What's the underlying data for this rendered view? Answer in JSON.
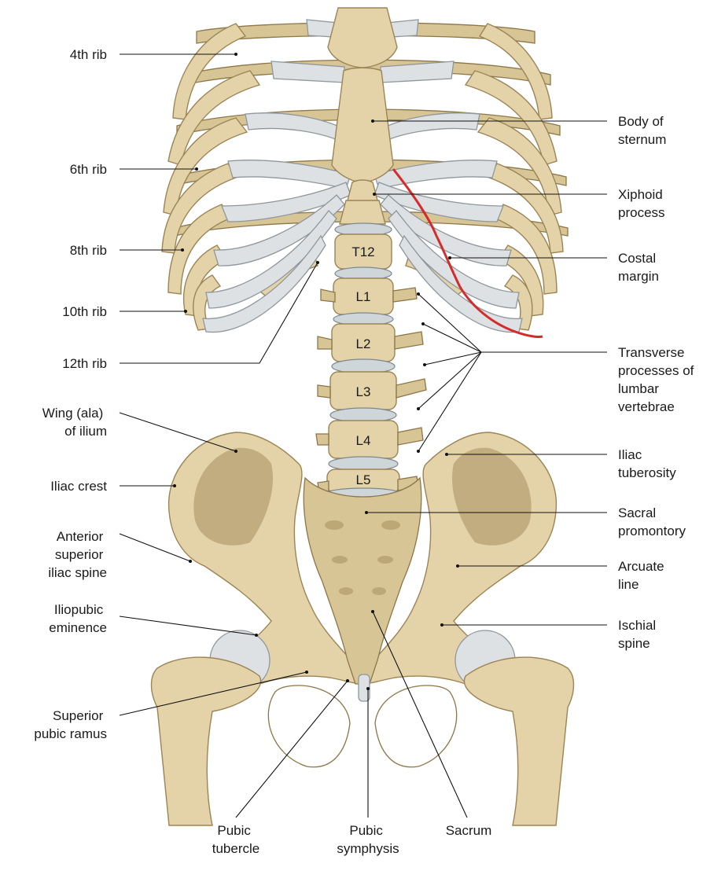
{
  "labels_left": {
    "rib4": [
      "4th rib"
    ],
    "rib6": [
      "6th rib"
    ],
    "rib8": [
      "8th rib"
    ],
    "rib10": [
      "10th rib"
    ],
    "rib12": [
      "12th rib"
    ],
    "wing_ilium": [
      "Wing (ala)",
      "of ilium"
    ],
    "iliac_crest": [
      "Iliac crest"
    ],
    "asis": [
      "Anterior",
      "superior",
      "iliac spine"
    ],
    "iliopubic": [
      "Iliopubic",
      "eminence"
    ],
    "sup_pubic_ramus": [
      "Superior",
      "pubic ramus"
    ]
  },
  "labels_right": {
    "sternum_body": [
      "Body of",
      "sternum"
    ],
    "xiphoid": [
      "Xiphoid",
      "process"
    ],
    "costal_margin": [
      "Costal",
      "margin"
    ],
    "transverse": [
      "Transverse",
      "processes of",
      "lumbar",
      "vertebrae"
    ],
    "iliac_tuberosity": [
      "Iliac",
      "tuberosity"
    ],
    "sacral_promontory": [
      "Sacral",
      "promontory"
    ],
    "arcuate_line": [
      "Arcuate",
      "line"
    ],
    "ischial_spine": [
      "Ischial",
      "spine"
    ]
  },
  "labels_bottom": {
    "pubic_tubercle": [
      "Pubic",
      "tubercle"
    ],
    "pubic_symphysis": [
      "Pubic",
      "symphysis"
    ],
    "sacrum": [
      "Sacrum"
    ]
  },
  "vertebrae": [
    "T12",
    "L1",
    "L2",
    "L3",
    "L4",
    "L5"
  ],
  "colors": {
    "bone": "#e4d3a8",
    "cartilage": "#dde1e4",
    "costal_margin_highlight": "#d42b2b",
    "leader": "#111111"
  }
}
